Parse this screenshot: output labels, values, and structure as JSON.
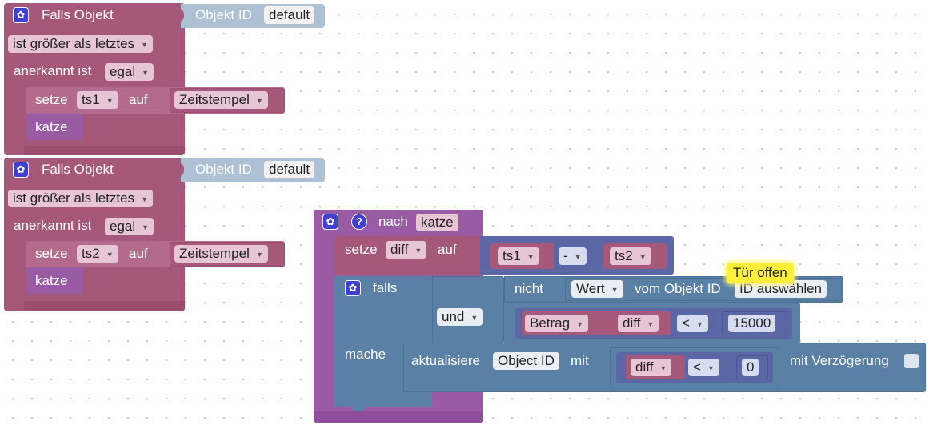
{
  "trigger1": {
    "title": "Falls Objekt",
    "object_label": "Objekt ID",
    "object_value": "default",
    "condition": "ist größer als letztes",
    "ack_label": "anerkannt ist",
    "ack_value": "egal",
    "set_label": "setze",
    "var": "ts1",
    "to_label": "auf",
    "value": "Zeitstempel",
    "event_name": "katze"
  },
  "trigger2": {
    "title": "Falls Objekt",
    "object_label": "Objekt ID",
    "object_value": "default",
    "condition": "ist größer als letztes",
    "ack_label": "anerkannt ist",
    "ack_value": "egal",
    "set_label": "setze",
    "var": "ts2",
    "to_label": "auf",
    "value": "Zeitstempel",
    "event_name": "katze"
  },
  "handler": {
    "after_label": "nach",
    "event": "katze",
    "set_label": "setze",
    "var": "diff",
    "to_label": "auf",
    "left": "ts1",
    "op": "-",
    "right": "ts2",
    "if_label": "falls",
    "not_label": "nicht",
    "value_label": "Wert",
    "from_object_label": "vom Objekt ID",
    "select_id_label": "ID auswählen",
    "tooltip": "Tür offen",
    "and_label": "und",
    "abs_label": "Betrag",
    "abs_var": "diff",
    "cmp_op": "<",
    "cmp_value": "15000",
    "do_label": "mache",
    "update_label": "aktualisiere",
    "object_id": "Object ID",
    "with_label": "mit",
    "diff_var": "diff",
    "cmp_op2": "<",
    "zero": "0",
    "delay_label": "mit Verzögerung"
  }
}
